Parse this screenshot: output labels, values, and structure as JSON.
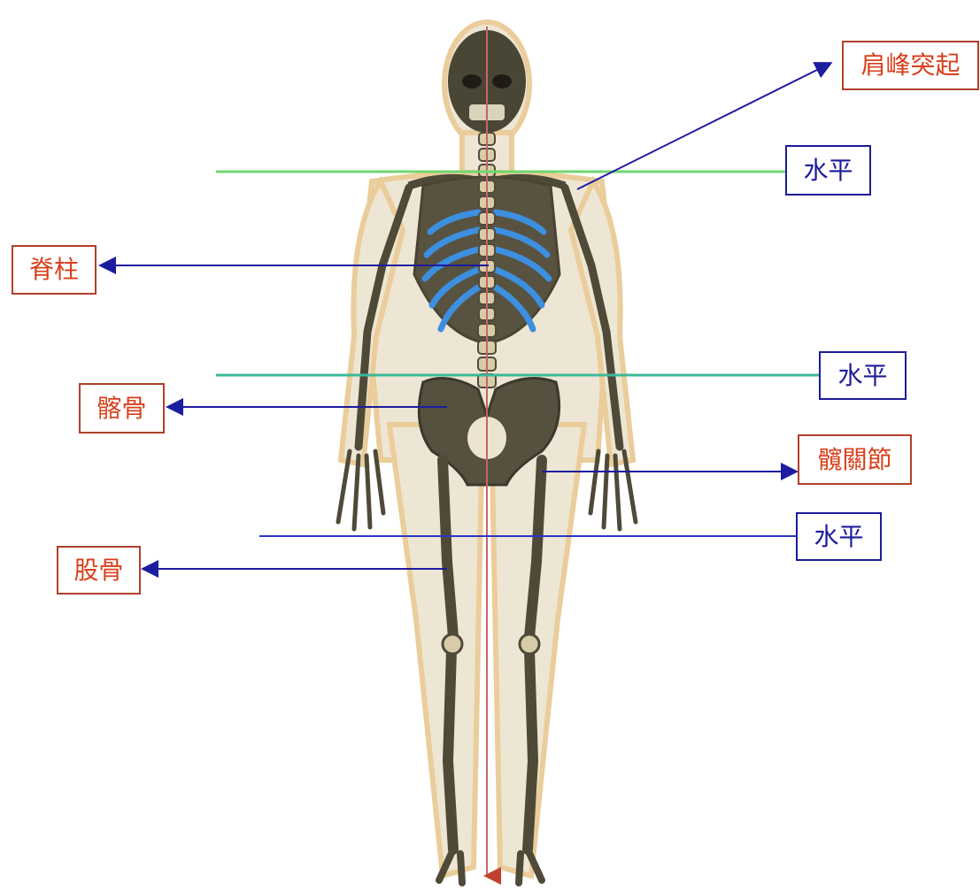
{
  "labels": {
    "acromion": "肩峰突起",
    "spine": "脊柱",
    "hip_bone": "髂骨",
    "hip_joint": "髖關節",
    "femur": "股骨",
    "level_shoulder": "水平",
    "level_waist": "水平",
    "level_hip": "水平"
  },
  "colors": {
    "anatomy_label": "#d8401c",
    "level_label": "#1c1c9a",
    "pointer_arrow": "#1c1ca0",
    "shoulder_level_line": "#6fd66f",
    "waist_level_line": "#3cb89a",
    "hip_level_line": "#2b35c8",
    "midline": "#c86464",
    "ribs": "#3d8fe0",
    "body_outline": "#e8c890",
    "bone": "#4f4a38"
  }
}
